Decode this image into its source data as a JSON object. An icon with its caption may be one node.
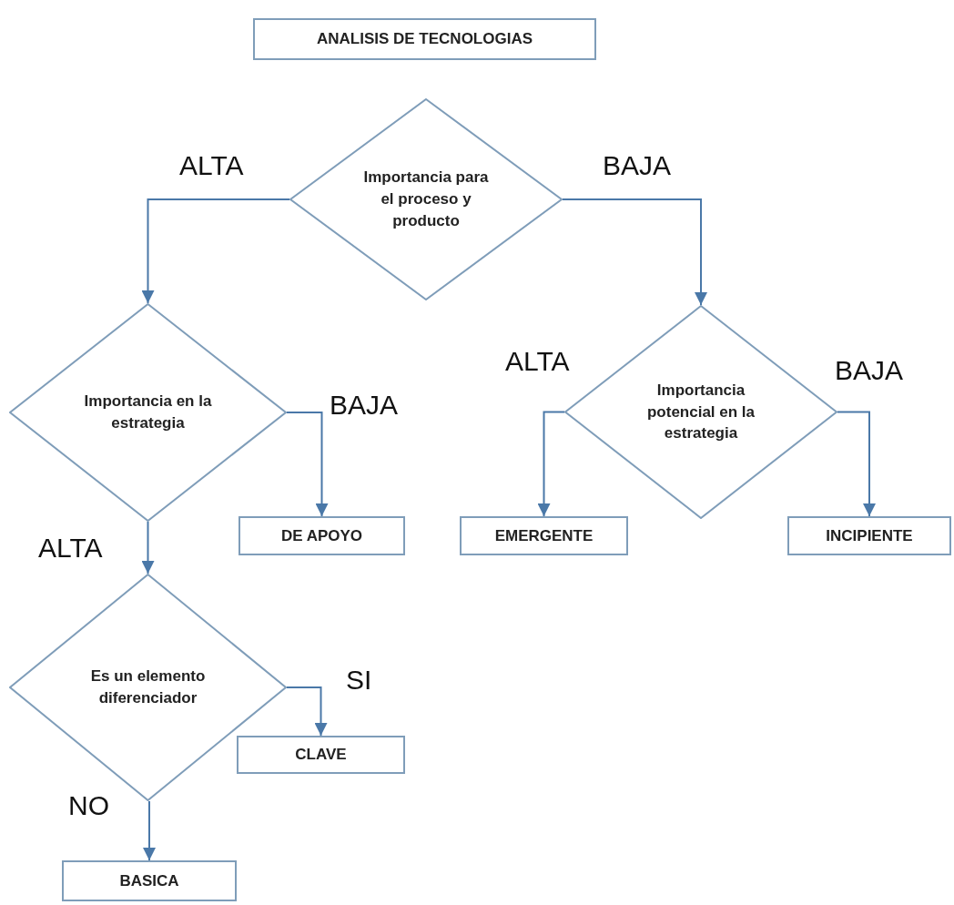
{
  "diagram": {
    "title": "ANALISIS DE TECNOLOGIAS",
    "nodes": [
      {
        "text": [
          "Importancia para el proceso y producto"
        ]
      },
      {
        "text": [
          "Importancia en la estrategia"
        ]
      },
      {
        "text": [
          "Importancia potencial en la estrategia"
        ]
      },
      {
        "text": [
          "DE APOYO"
        ]
      },
      {
        "text": [
          "EMERGENTE"
        ]
      },
      {
        "text": [
          "INCIPIENTE"
        ]
      },
      {
        "text": [
          "Es un elemento diferenciador"
        ]
      },
      {
        "text": [
          "CLAVE"
        ]
      },
      {
        "text": [
          "BASICA"
        ]
      }
    ],
    "edges": [
      {
        "from": 0,
        "to": 1,
        "arrow": "to",
        "label": "ALTA"
      },
      {
        "from": 0,
        "to": 2,
        "arrow": "to",
        "label": "BAJA"
      },
      {
        "from": 1,
        "to": 3,
        "arrow": "to",
        "label": "BAJA"
      },
      {
        "from": 1,
        "to": 6,
        "arrow": "to",
        "label": "ALTA"
      },
      {
        "from": 2,
        "to": 4,
        "arrow": "to",
        "label": "ALTA"
      },
      {
        "from": 2,
        "to": 5,
        "arrow": "to",
        "label": "BAJA"
      },
      {
        "from": 6,
        "to": 7,
        "arrow": "to",
        "label": "SI"
      },
      {
        "from": 6,
        "to": 8,
        "arrow": "to",
        "label": "NO"
      }
    ]
  }
}
